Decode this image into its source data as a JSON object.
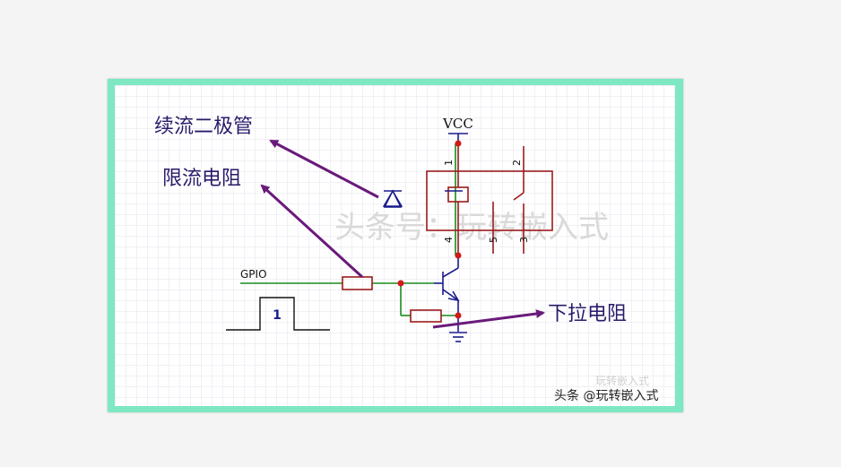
{
  "labels": {
    "flyback_diode": "续流二极管",
    "current_limit_resistor": "限流电阻",
    "pulldown_resistor": "下拉电阻",
    "vcc": "VCC",
    "gpio": "GPIO",
    "pulse": "1",
    "pin1": "1",
    "pin2": "2",
    "pin3": "3",
    "pin4": "4",
    "pin5": "5"
  },
  "watermark": {
    "center": "头条号：玩转嵌入式",
    "bottom_line1": "玩转嵌入式",
    "bottom_line2": "头条 @玩转嵌入式"
  },
  "colors": {
    "frame": "#7ee8c2",
    "wire_green": "#1a8c1a",
    "wire_blue": "#1a1a8c",
    "component": "#9b1b1b",
    "junction": "#d11a1a",
    "arrow": "#6a1a7a",
    "label": "#2a1a6a",
    "grid": "#e3e3ec"
  }
}
